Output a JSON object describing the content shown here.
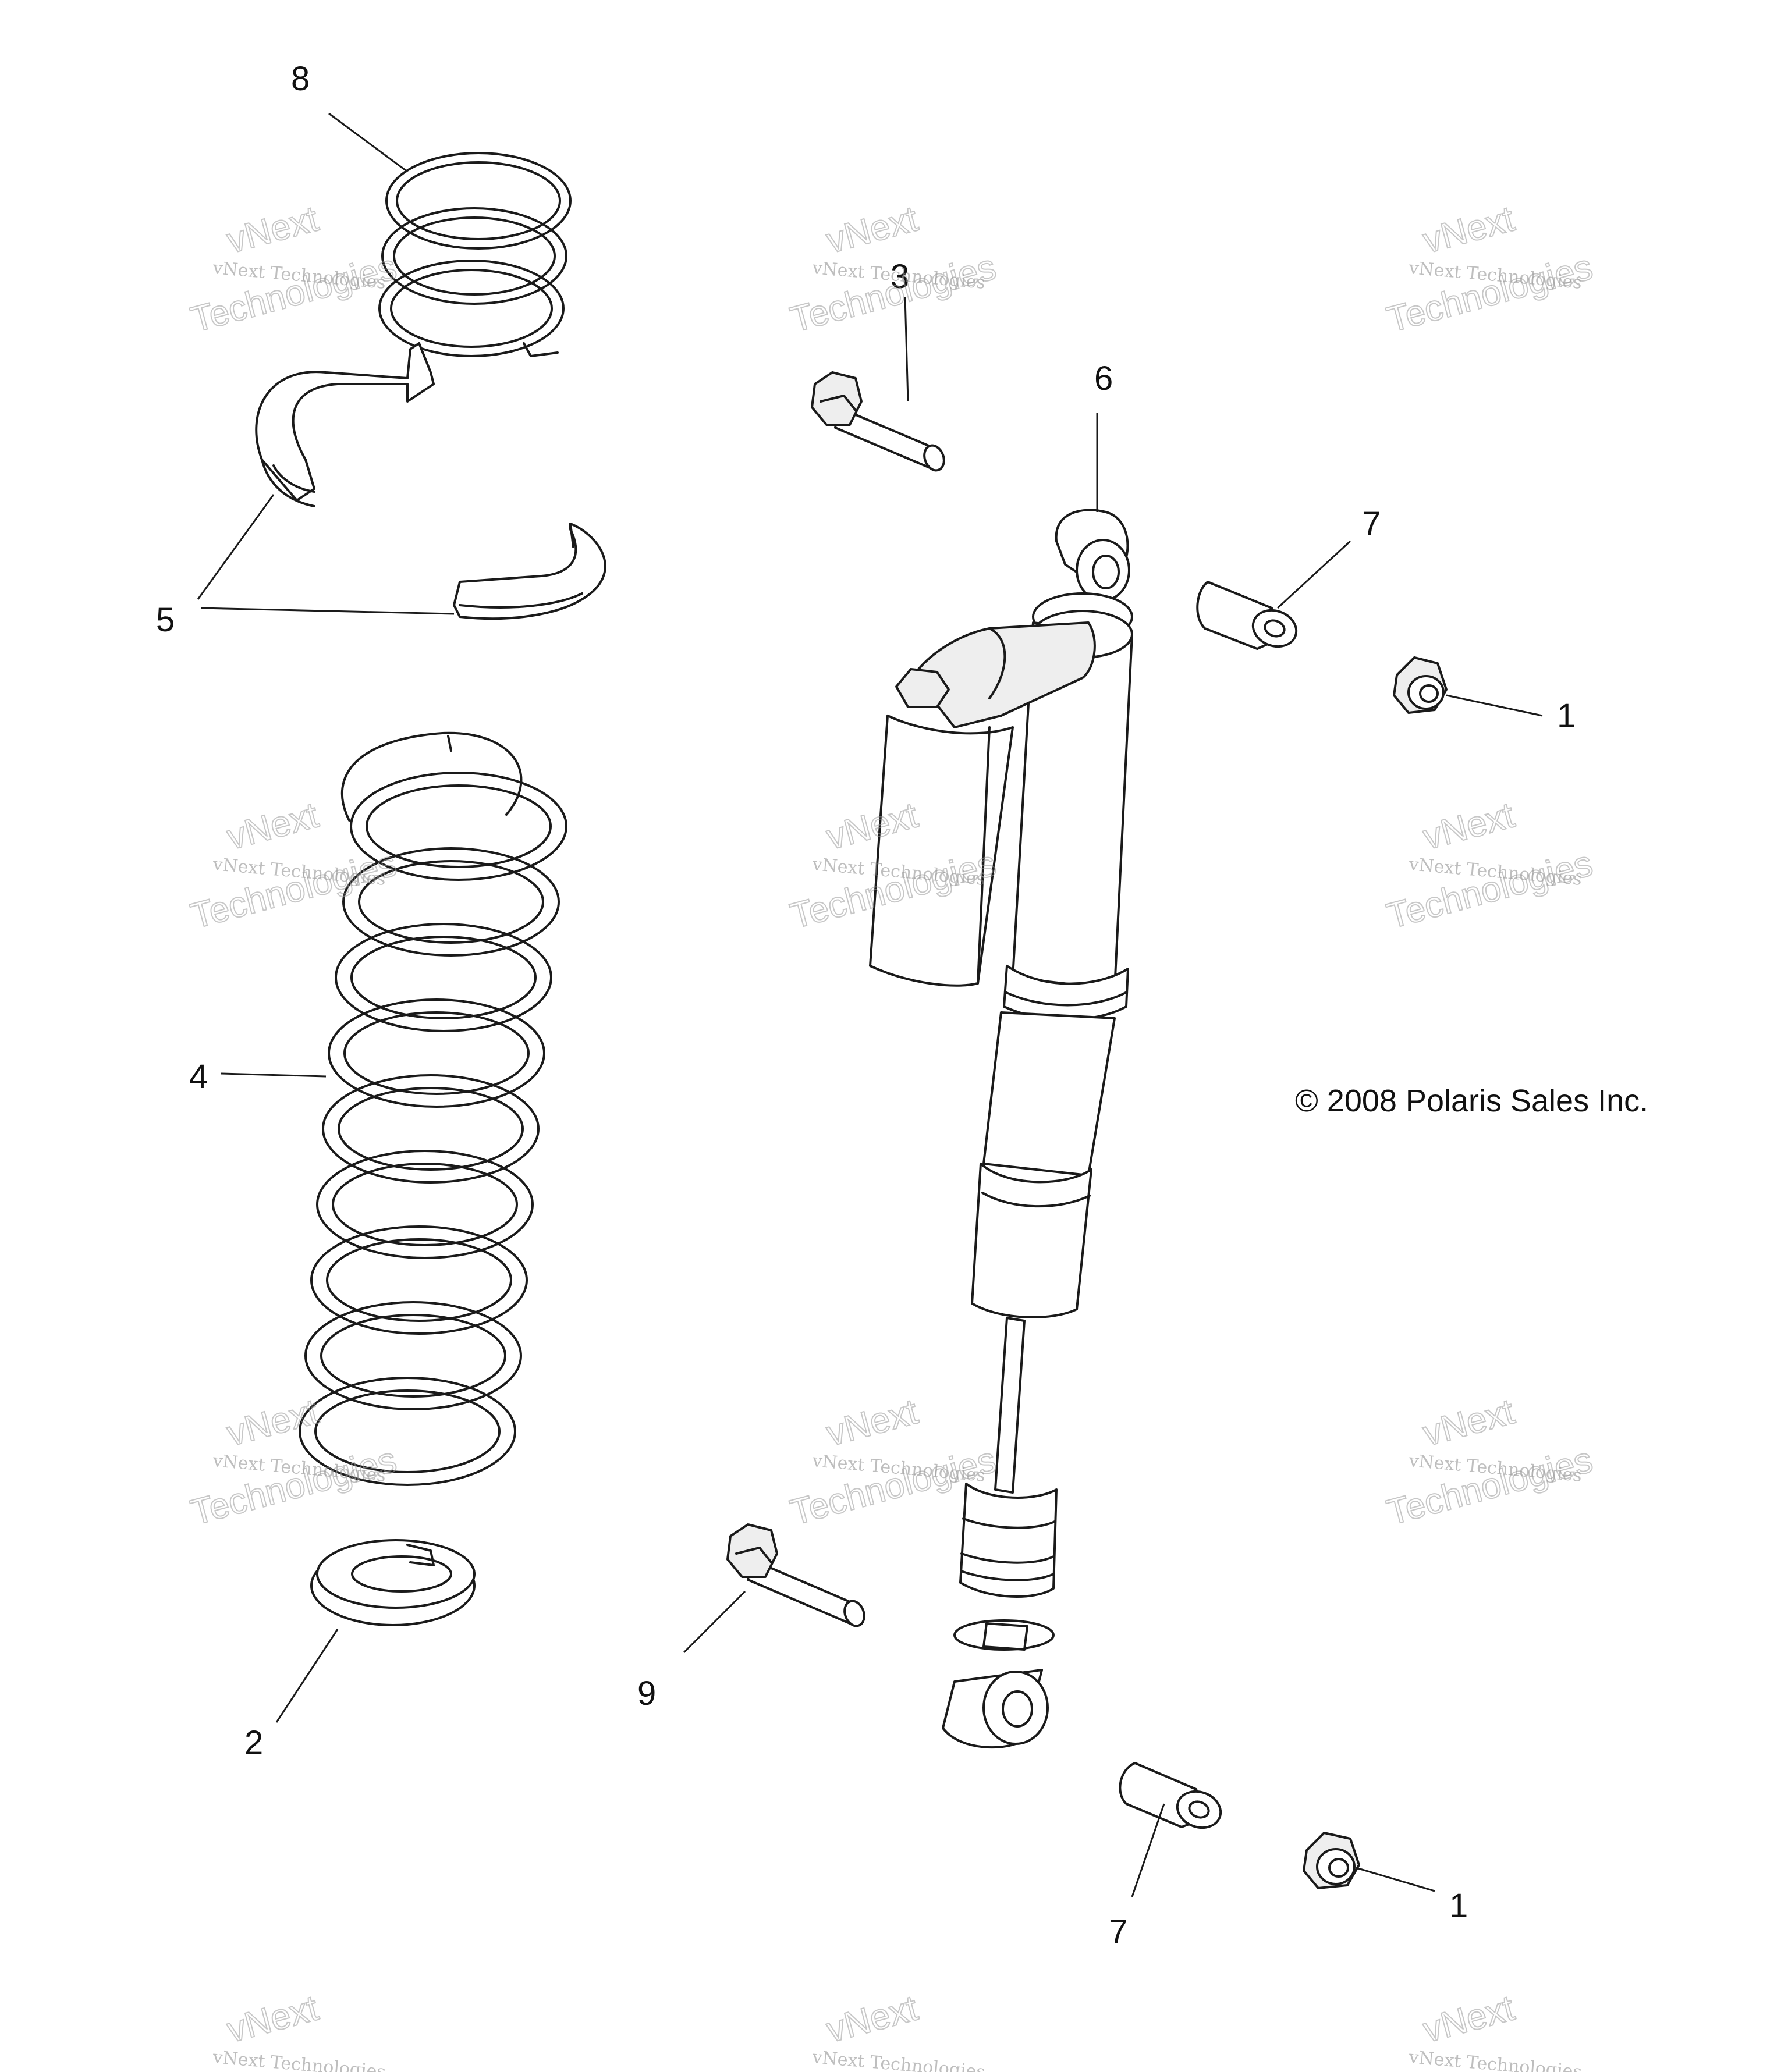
{
  "callouts": {
    "c8": "8",
    "c3": "3",
    "c6": "6",
    "c7_top": "7",
    "c1_top": "1",
    "c5": "5",
    "c4": "4",
    "c2": "2",
    "c9": "9",
    "c7_bottom": "7",
    "c1_bottom": "1"
  },
  "copyright": "© 2008 Polaris Sales Inc.",
  "watermark": {
    "line1": "vNext Technologies",
    "line2": "vNext",
    "line3": "Technologies"
  }
}
